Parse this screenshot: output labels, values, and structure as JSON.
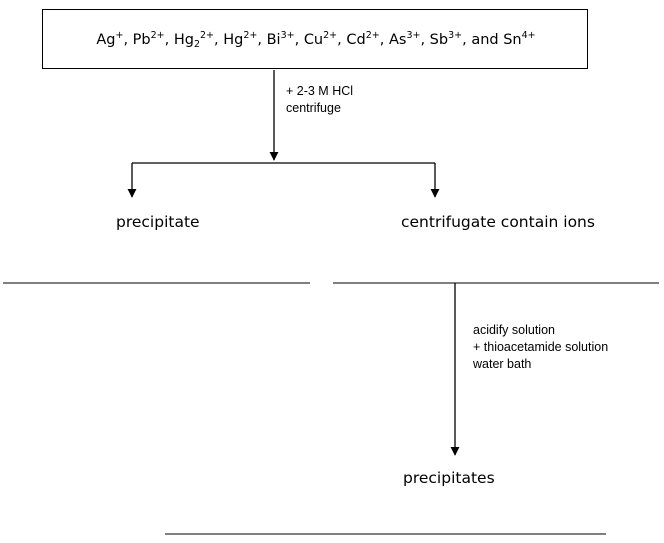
{
  "start_box": {
    "ions": [
      {
        "base": "Ag",
        "charge": "+"
      },
      {
        "base": "Pb",
        "charge": "2+"
      },
      {
        "base": "Hg",
        "sub": "2",
        "charge": "2+"
      },
      {
        "base": "Hg",
        "charge": "2+"
      },
      {
        "base": "Bi",
        "charge": "3+"
      },
      {
        "base": "Cu",
        "charge": "2+"
      },
      {
        "base": "Cd",
        "charge": "2+"
      },
      {
        "base": "As",
        "charge": "3+"
      },
      {
        "base": "Sb",
        "charge": "3+"
      },
      {
        "base": "Sn",
        "charge": "4+"
      }
    ],
    "separator": ", ",
    "last_separator": ", and "
  },
  "step1": {
    "lines": [
      "+ 2-3 M HCl",
      "centrifuge"
    ]
  },
  "branch_left": {
    "label": "precipitate"
  },
  "branch_right": {
    "label": "centrifugate contain ions"
  },
  "step2": {
    "lines": [
      "acidify solution",
      "+ thioacetamide solution",
      "water bath"
    ]
  },
  "final": {
    "label": "precipitates"
  }
}
